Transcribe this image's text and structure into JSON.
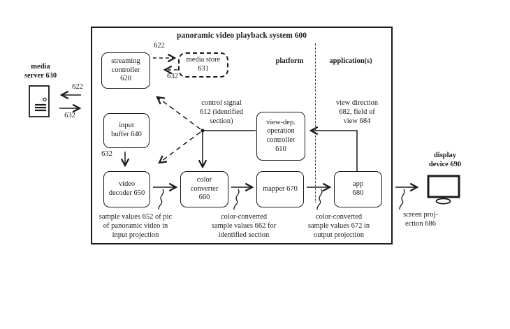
{
  "diagram": {
    "title": "panoramic  video playback system 600",
    "regions": {
      "platform": "platform",
      "applications": "application(s)"
    },
    "nodes": {
      "streaming_controller": "streaming\ncontroller\n620",
      "media_store": "media store\n631",
      "input_buffer": "input\nbuffer 640",
      "video_decoder": "video\ndecoder 650",
      "color_converter": "color\nconverter\n660",
      "mapper": "mapper 670",
      "app": "app\n680",
      "view_dep_controller": "view-dep.\noperation\ncontroller\n610"
    },
    "external": {
      "media_server": "media\nserver 630",
      "display_device": "display\ndevice 690"
    },
    "annotations": {
      "control_signal": "control signal\n612 (identified\nsection)",
      "view_direction": "view direction\n682, field of\nview 684",
      "sample_values_652": "sample values 652 of pic\nof panoramic video in\ninput projection",
      "sample_values_662": "color-converted\nsample values 662 for\nidentified section",
      "sample_values_672": "color-converted\nsample values 672 in\noutput projection",
      "screen_projection": "screen proj-\nection 686",
      "ref_622_outer": "622",
      "ref_632_outer": "632",
      "ref_622_inner": "622",
      "ref_632_inner": "632",
      "ref_632_buffer": "632"
    },
    "colors": {
      "ink": "#1a1a1a",
      "background": "#ffffff"
    }
  }
}
